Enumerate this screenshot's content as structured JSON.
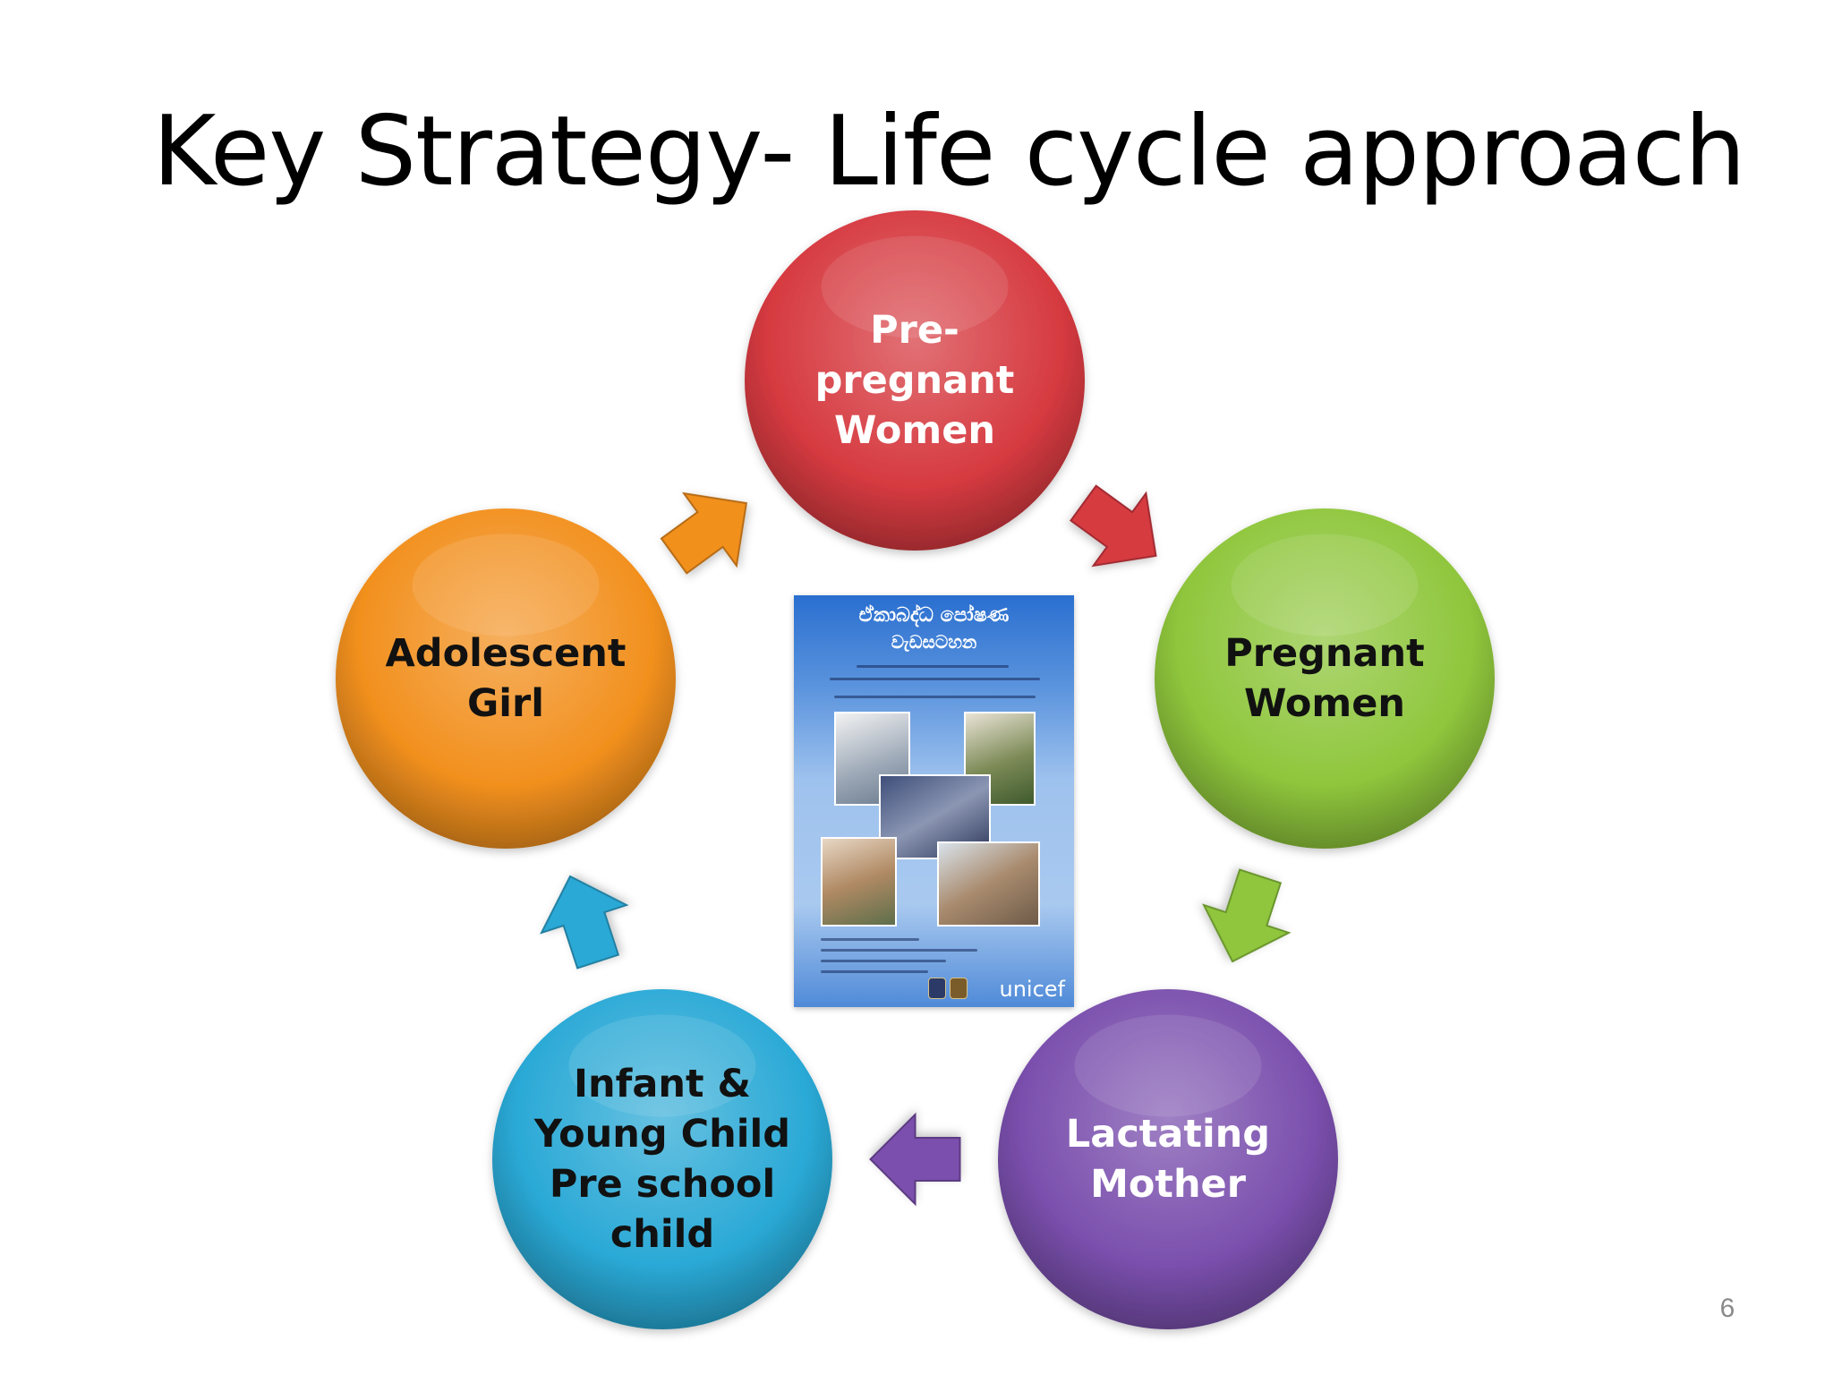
{
  "slide": {
    "title": "Key Strategy- Life cycle approach",
    "page_number": "6"
  },
  "cycle": {
    "nodes": [
      {
        "id": "pre-pregnant",
        "lines": [
          "Pre-",
          "pregnant",
          "Women"
        ],
        "color": "#d63a40",
        "text_color": "#ffffff"
      },
      {
        "id": "pregnant",
        "lines": [
          "Pregnant",
          "Women"
        ],
        "color": "#8fc63c",
        "text_color": "#111111"
      },
      {
        "id": "lactating",
        "lines": [
          "Lactating",
          "Mother"
        ],
        "color": "#7a4fad",
        "text_color": "#ffffff"
      },
      {
        "id": "infant",
        "lines": [
          "Infant &",
          "Young Child",
          "Pre school",
          "child"
        ],
        "color": "#2aa9d6",
        "text_color": "#111111"
      },
      {
        "id": "adolescent",
        "lines": [
          "Adolescent",
          "Girl"
        ],
        "color": "#f2901e",
        "text_color": "#111111"
      }
    ],
    "arrows": [
      {
        "from": "pre-pregnant",
        "to": "pregnant",
        "color": "#d63a40"
      },
      {
        "from": "pregnant",
        "to": "lactating",
        "color": "#8fc63c"
      },
      {
        "from": "lactating",
        "to": "infant",
        "color": "#7a4fad"
      },
      {
        "from": "infant",
        "to": "adolescent",
        "color": "#2aa9d6"
      },
      {
        "from": "adolescent",
        "to": "pre-pregnant",
        "color": "#f2901e"
      }
    ]
  },
  "booklet": {
    "heading_line1": "ඒකාබද්ධ පෝෂණ",
    "heading_line2": "වැඩසටහන",
    "brand": "unicef"
  }
}
